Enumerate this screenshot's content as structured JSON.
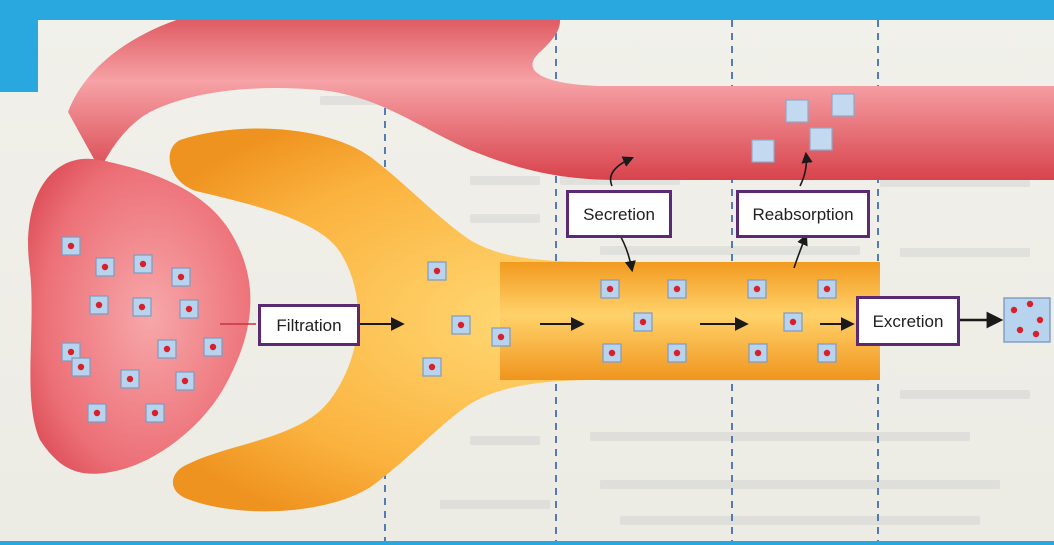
{
  "labels": {
    "filtration": "Filtration",
    "secretion": "Secretion",
    "reabsorption": "Reabsorption",
    "excretion": "Excretion"
  },
  "colors": {
    "blood_vessel": "#e8616a",
    "blood_vessel_light": "#f4a3a6",
    "tubule": "#f4a12a",
    "tubule_light": "#ffd06a",
    "label_border": "#5b2a72",
    "particle": "#b8d3ee",
    "particle_dot": "#d8202a",
    "accent": "#29a8e0"
  }
}
